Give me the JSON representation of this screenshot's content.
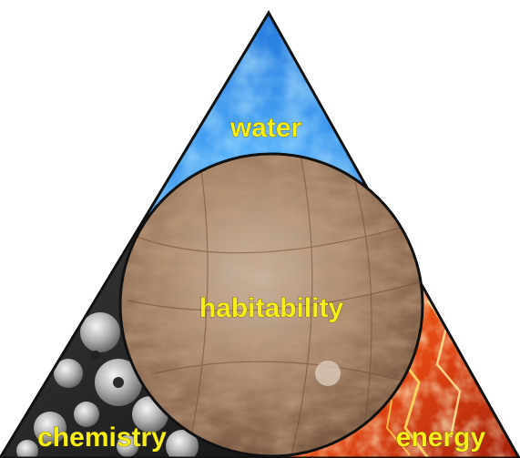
{
  "labels": {
    "top": "water",
    "center": "habitability",
    "bottom_left": "chemistry",
    "bottom_right": "energy"
  },
  "colors": {
    "label_text": "#f6ee1a",
    "water_blue": "#1e73d8",
    "energy_orange": "#e8571a",
    "chemistry_gray": "#6b6b6b",
    "moon_tan": "#a9896a",
    "outline": "#111111"
  }
}
